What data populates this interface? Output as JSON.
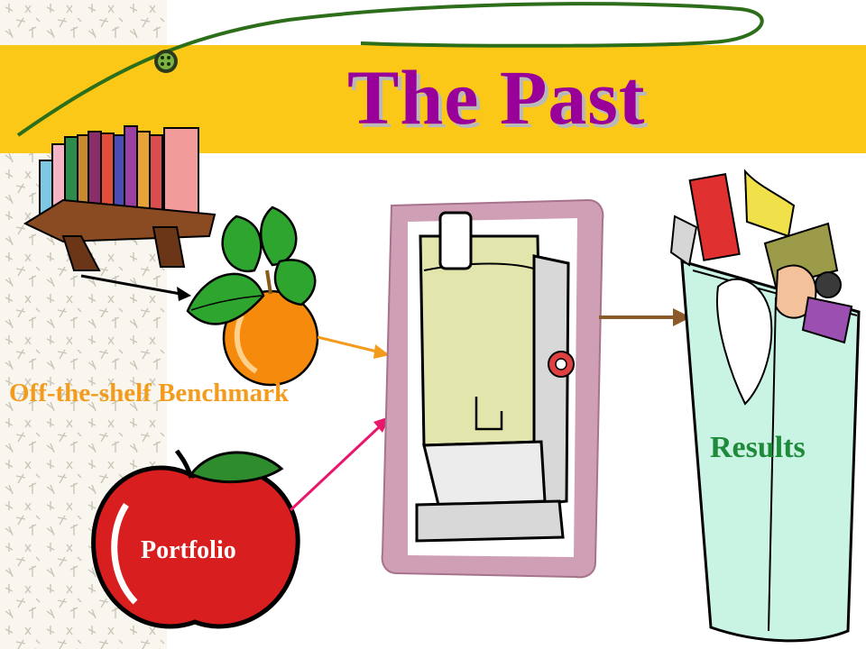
{
  "slide": {
    "title": "The Past",
    "labels": {
      "benchmark": "Off-the-shelf Benchmark",
      "results": "Results",
      "portfolio": "Portfolio"
    }
  },
  "colors": {
    "title_band": "#fbc817",
    "title_text": "#990099",
    "benchmark_text": "#f39b1c",
    "results_text": "#1f8a3a",
    "portfolio_text": "#ffffff",
    "apple_red": "#d81e1e",
    "orange": "#f58a0c",
    "trash_can": "#c9f3e3",
    "processor_frame": "#c89ab0",
    "arrow_black": "#000000",
    "arrow_orange": "#f39b1c",
    "arrow_pink": "#e8176c",
    "arrow_brown": "#8b5a2b"
  },
  "icons": [
    "bookshelf-icon",
    "orange-icon",
    "apple-icon",
    "food-processor-icon",
    "trash-can-icon",
    "green-swoosh-icon"
  ]
}
